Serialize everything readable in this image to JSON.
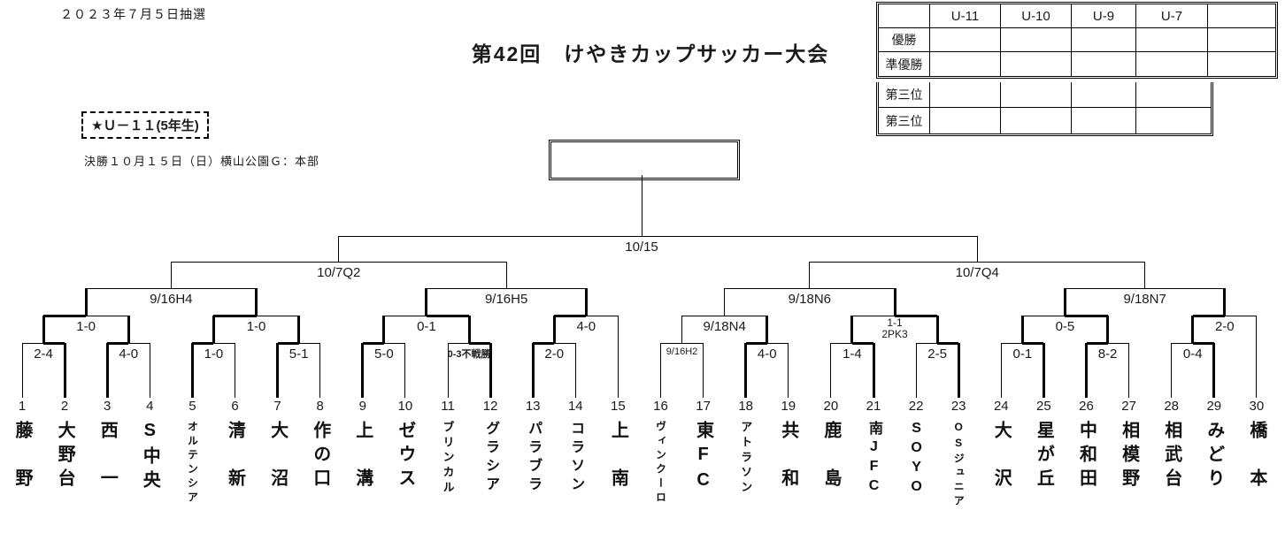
{
  "colors": {
    "line": "#000000",
    "text": "#1a1a1a",
    "paper": "#ffffff"
  },
  "header": {
    "draw_date": "２０２３年７月５日抽選",
    "title": "第42回　けやきカップサッカー大会",
    "category_label": "★Ｕ－１１(5年生)",
    "final_info": "決勝１０月１５日（日）横山公園Ｇ：本部"
  },
  "results_table": {
    "col_headers": [
      "U-11",
      "U-10",
      "U-9",
      "U-7"
    ],
    "row_headers": [
      "優勝",
      "準優勝",
      "第三位",
      "第三位"
    ],
    "cells": [
      [
        "",
        "",
        "",
        "",
        ""
      ],
      [
        "",
        "",
        "",
        "",
        ""
      ],
      [
        "",
        "",
        "",
        ""
      ],
      [
        "",
        "",
        "",
        ""
      ]
    ]
  },
  "bracket": {
    "champion_box_label": "",
    "teams": [
      {
        "no": "1",
        "name": "藤野",
        "display": "藤　野"
      },
      {
        "no": "2",
        "name": "大野台",
        "display": "大野台"
      },
      {
        "no": "3",
        "name": "西一",
        "display": "西　一"
      },
      {
        "no": "4",
        "name": "S中央",
        "display": "S中央"
      },
      {
        "no": "5",
        "name": "オルテンシア",
        "display": "オルテンシア"
      },
      {
        "no": "6",
        "name": "清新",
        "display": "清　新"
      },
      {
        "no": "7",
        "name": "大沼",
        "display": "大　沼"
      },
      {
        "no": "8",
        "name": "作の口",
        "display": "作の口"
      },
      {
        "no": "9",
        "name": "上溝",
        "display": "上　溝"
      },
      {
        "no": "10",
        "name": "ゼウス",
        "display": "ゼウス"
      },
      {
        "no": "11",
        "name": "ブリンカル",
        "display": "ブリンカル"
      },
      {
        "no": "12",
        "name": "グラシア",
        "display": "グラシア"
      },
      {
        "no": "13",
        "name": "パラブラ",
        "display": "パラブラ"
      },
      {
        "no": "14",
        "name": "コラソン",
        "display": "コラソン"
      },
      {
        "no": "15",
        "name": "上南",
        "display": "上　南"
      },
      {
        "no": "16",
        "name": "ヴィンクーロ",
        "display": "ヴィンクーロ"
      },
      {
        "no": "17",
        "name": "東FC",
        "display": "東FC"
      },
      {
        "no": "18",
        "name": "アトラソン",
        "display": "アトラソン"
      },
      {
        "no": "19",
        "name": "共和",
        "display": "共　和"
      },
      {
        "no": "20",
        "name": "鹿島",
        "display": "鹿　島"
      },
      {
        "no": "21",
        "name": "南JFC",
        "display": "南JFC"
      },
      {
        "no": "22",
        "name": "SOYO",
        "display": "SOYO"
      },
      {
        "no": "23",
        "name": "OSジュニア",
        "display": "OSジュニア"
      },
      {
        "no": "24",
        "name": "大沢",
        "display": "大　沢"
      },
      {
        "no": "25",
        "name": "星が丘",
        "display": "星が丘"
      },
      {
        "no": "26",
        "name": "中和田",
        "display": "中和田"
      },
      {
        "no": "27",
        "name": "相模野",
        "display": "相模野"
      },
      {
        "no": "28",
        "name": "相武台",
        "display": "相武台"
      },
      {
        "no": "29",
        "name": "みどり",
        "display": "みどり"
      },
      {
        "no": "30",
        "name": "橋本",
        "display": "橋　本"
      }
    ],
    "byes": [
      14,
      29
    ],
    "round1": [
      {
        "l": 0,
        "r": 1,
        "score": "2-4",
        "w": "right"
      },
      {
        "l": 2,
        "r": 3,
        "score": "4-0",
        "w": "left"
      },
      {
        "l": 4,
        "r": 5,
        "score": "1-0",
        "w": "left"
      },
      {
        "l": 6,
        "r": 7,
        "score": "5-1",
        "w": "left"
      },
      {
        "l": 8,
        "r": 9,
        "score": "5-0",
        "w": "left"
      },
      {
        "l": 10,
        "r": 11,
        "score": "0-3不戦勝",
        "w": "right",
        "style": "smb"
      },
      {
        "l": 12,
        "r": 13,
        "score": "2-0",
        "w": "left"
      },
      {
        "l": 15,
        "r": 16,
        "score": "9/16H2",
        "w": null,
        "style": "sm"
      },
      {
        "l": 17,
        "r": 18,
        "score": "4-0",
        "w": "left"
      },
      {
        "l": 19,
        "r": 20,
        "score": "1-4",
        "w": "right"
      },
      {
        "l": 21,
        "r": 22,
        "score": "2-5",
        "w": "right"
      },
      {
        "l": 23,
        "r": 24,
        "score": "0-1",
        "w": "right"
      },
      {
        "l": 25,
        "r": 26,
        "score": "8-2",
        "w": "left"
      },
      {
        "l": 27,
        "r": 28,
        "score": "0-4",
        "w": "right"
      }
    ],
    "round2": [
      {
        "la": {
          "m": 0
        },
        "ra": {
          "m": 1
        },
        "score": "1-0",
        "w": "left"
      },
      {
        "la": {
          "m": 2
        },
        "ra": {
          "m": 3
        },
        "score": "1-0",
        "w": "left"
      },
      {
        "la": {
          "m": 4
        },
        "ra": {
          "m": 5
        },
        "score": "0-1",
        "w": "right"
      },
      {
        "la": {
          "m": 6
        },
        "ra": {
          "t": 14
        },
        "score": "4-0",
        "w": "left"
      },
      {
        "la": {
          "m": 7
        },
        "ra": {
          "m": 8
        },
        "score": "9/18N4",
        "w": null
      },
      {
        "la": {
          "m": 9
        },
        "ra": {
          "m": 10
        },
        "score": "1-1",
        "score2": "2PK3",
        "w": "right"
      },
      {
        "la": {
          "m": 11
        },
        "ra": {
          "m": 12
        },
        "score": "0-5",
        "w": "right"
      },
      {
        "la": {
          "m": 13
        },
        "ra": {
          "t": 29
        },
        "score": "2-0",
        "w": "left"
      }
    ],
    "round3": [
      {
        "la": 0,
        "ra": 1,
        "label": "9/16H4"
      },
      {
        "la": 2,
        "ra": 3,
        "label": "9/16H5"
      },
      {
        "la": 4,
        "ra": 5,
        "label": "9/18N6"
      },
      {
        "la": 6,
        "ra": 7,
        "label": "9/18N7"
      }
    ],
    "semifinals": [
      {
        "la": 0,
        "ra": 1,
        "label": "10/7Q2"
      },
      {
        "la": 2,
        "ra": 3,
        "label": "10/7Q4"
      }
    ],
    "final": {
      "label": "10/15"
    }
  }
}
